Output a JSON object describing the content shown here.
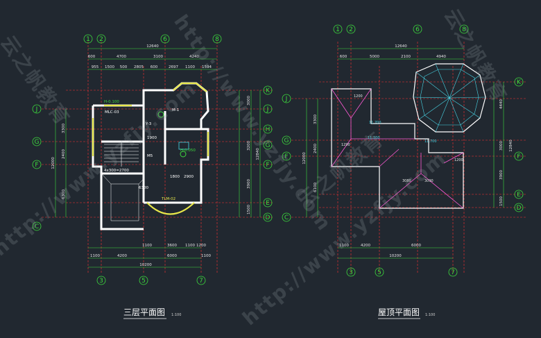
{
  "plans": {
    "left": {
      "title": "三层平面图",
      "scale": "1:100",
      "axes_top": [
        "1",
        "2",
        "6",
        "8"
      ],
      "axes_bottom": [
        "3",
        "5",
        "7"
      ],
      "axes_left": [
        "J",
        "G",
        "F",
        "C"
      ],
      "axes_right": [
        "K",
        "J",
        "H",
        "G",
        "F",
        "E",
        "D"
      ],
      "top_overall": "12640",
      "top_row2": [
        "600",
        "4700",
        "3100",
        "4240"
      ],
      "top_row3": [
        "955",
        "1500",
        "500",
        "2805",
        "600",
        "2697",
        "1100",
        "1594"
      ],
      "bottom_row1": [
        "1100",
        "3600",
        "1100",
        "1200"
      ],
      "bottom_row2": [
        "1100",
        "4200",
        "6000",
        "1100"
      ],
      "bottom_overall": "10200",
      "left_dims": [
        "3300",
        "2400",
        "6300",
        "12000"
      ],
      "right_dims": [
        "3000",
        "3200",
        "3900",
        "1500",
        "12840"
      ],
      "room_labels": [
        "MLC-03",
        "H-0.100",
        "M5",
        "4x300=2700",
        "TLM-02",
        "H-0.050",
        "Y-3",
        "M-1",
        "1900",
        "1800",
        "2900",
        "6300"
      ]
    },
    "right": {
      "title": "屋顶平面图",
      "scale": "1:100",
      "axes_top": [
        "1",
        "2",
        "6",
        "8"
      ],
      "axes_bottom": [
        "3",
        "5",
        "7"
      ],
      "axes_left": [
        "J",
        "G",
        "F",
        "C"
      ],
      "axes_right": [
        "K",
        "F",
        "E",
        "D"
      ],
      "top_overall": "12640",
      "top_row2": [
        "600",
        "5000",
        "2100",
        "4940"
      ],
      "bottom_row1": [
        "1100",
        "4200",
        "6000"
      ],
      "bottom_overall": "10200",
      "left_dims": [
        "3300",
        "2400",
        "6100",
        "12000"
      ],
      "right_dims": [
        "4440",
        "3000",
        "3900",
        "1500",
        "12840"
      ],
      "roof_labels": [
        "1200",
        "11.700",
        "11.100",
        "11.700",
        "1290",
        "3080",
        "3090",
        "1200"
      ]
    }
  },
  "watermark": {
    "site": "http://www.yzfjy.com",
    "brand": "云之帆教育"
  },
  "colors": {
    "background": "#212830",
    "dimension_line": "#3ddc3d",
    "axis_line": "#ff3030",
    "wall": "#ffffff",
    "window": "#e8e84a",
    "text": "#e6e6e6",
    "roof_ridge": "#ff5bd6",
    "roof_detail": "#49d6e6"
  }
}
